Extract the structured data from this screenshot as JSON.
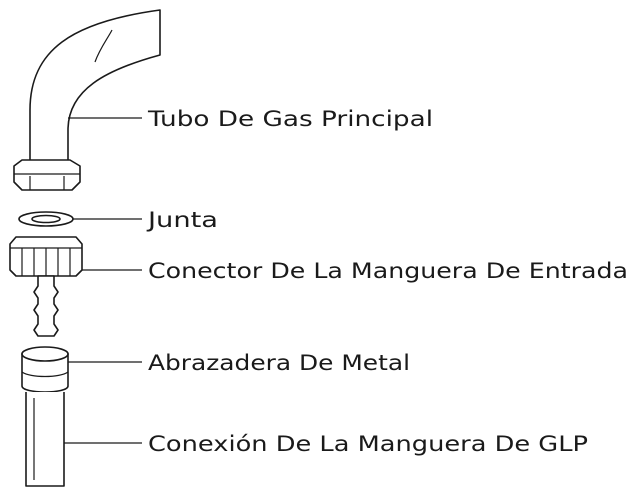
{
  "callouts": {
    "main_gas_pipe": "Tubo De Gas Principal",
    "gasket": "Junta",
    "inlet_hose_connector": "Conector De La Manguera De Entrada",
    "metal_clamp": "Abrazadera De Metal",
    "lpg_hose_connection": "Conexión De La Manguera De GLP"
  },
  "colors": {
    "line": "#1a1a1a",
    "background": "#ffffff"
  }
}
